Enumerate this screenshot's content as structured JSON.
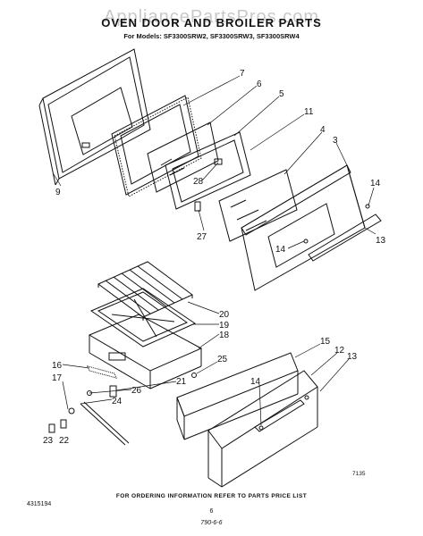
{
  "watermark": "AppliancePartsPros.com",
  "title": "OVEN DOOR AND BROILER PARTS",
  "models": "For Models: SF3300SRW2, SF3300SRW3, SF3300SRW4",
  "figure_code": "7135",
  "footer": {
    "order_info": "FOR ORDERING INFORMATION REFER TO PARTS PRICE LIST",
    "doc_number": "4315194",
    "page_number": "6",
    "code": "790-6-6"
  },
  "callouts": {
    "c1": "7",
    "c2": "6",
    "c3": "5",
    "c4": "11",
    "c5": "4",
    "c6": "3",
    "c7": "14",
    "c8": "13",
    "c9": "9",
    "c10": "28",
    "c11": "27",
    "c12": "14",
    "c13": "20",
    "c14": "19",
    "c15": "18",
    "c16": "16",
    "c17": "17",
    "c18": "25",
    "c19": "21",
    "c20": "26",
    "c21": "24",
    "c22": "23",
    "c23": "22",
    "c24": "15",
    "c25": "12",
    "c26": "13",
    "c27": "14"
  }
}
